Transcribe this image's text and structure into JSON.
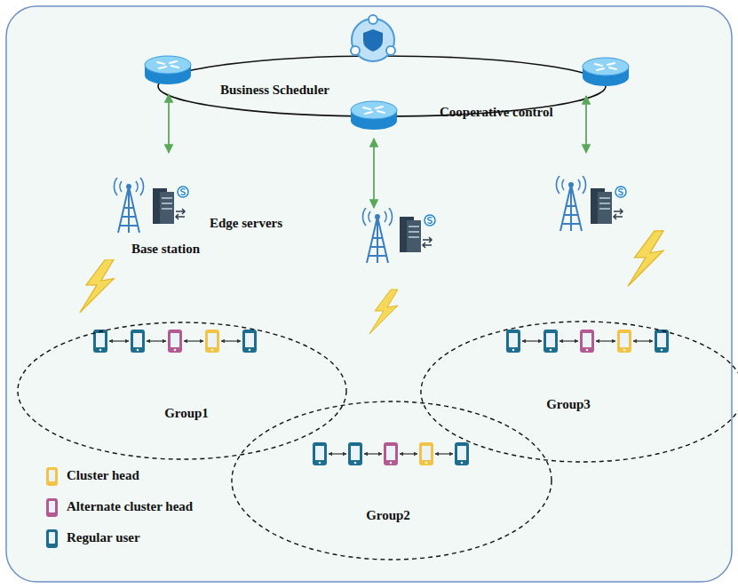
{
  "diagram": {
    "nodes": [
      {
        "text": [
          "Group1"
        ]
      },
      {
        "text": [
          "Group2"
        ]
      },
      {
        "text": [
          "Group3"
        ]
      }
    ],
    "labels": [
      "Business Scheduler",
      "Cooperative control",
      "Edge servers",
      "Base station"
    ],
    "legend": [
      {
        "text": "Cluster head",
        "color": "#f2c344"
      },
      {
        "text": "Alternate cluster head",
        "color": "#b45a93"
      },
      {
        "text": "Regular user",
        "color": "#1c6d8e"
      }
    ]
  }
}
